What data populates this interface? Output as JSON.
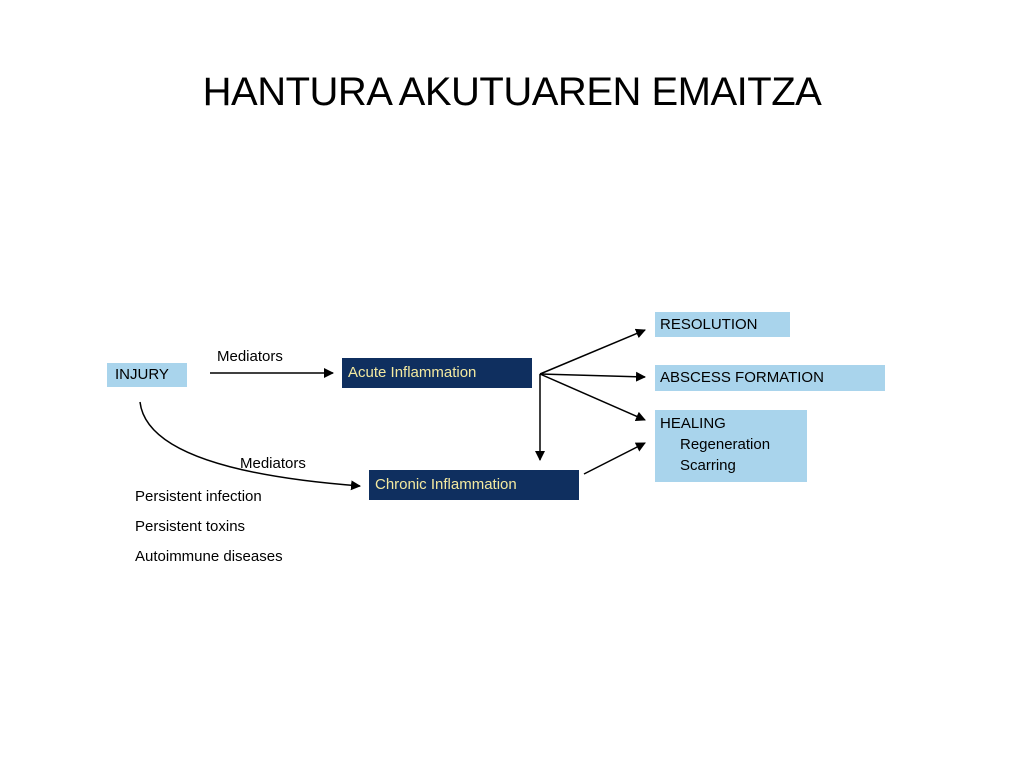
{
  "title": "HANTURA AKUTUAREN EMAITZA",
  "diagram": {
    "injury": "INJURY",
    "mediators_top": "Mediators",
    "acute": "Acute Inflammation",
    "mediators_bottom": "Mediators",
    "chronic": "Chronic Inflammation",
    "causes": [
      "Persistent infection",
      "Persistent toxins",
      "Autoimmune diseases"
    ],
    "resolution": "RESOLUTION",
    "abscess": "ABSCESS FORMATION",
    "healing": {
      "title": "HEALING",
      "items": [
        "Regeneration",
        "Scarring"
      ]
    }
  },
  "colors": {
    "light_box": "#a9d4ec",
    "dark_box": "#0f2f5f",
    "dark_text": "#f3e9a0"
  }
}
